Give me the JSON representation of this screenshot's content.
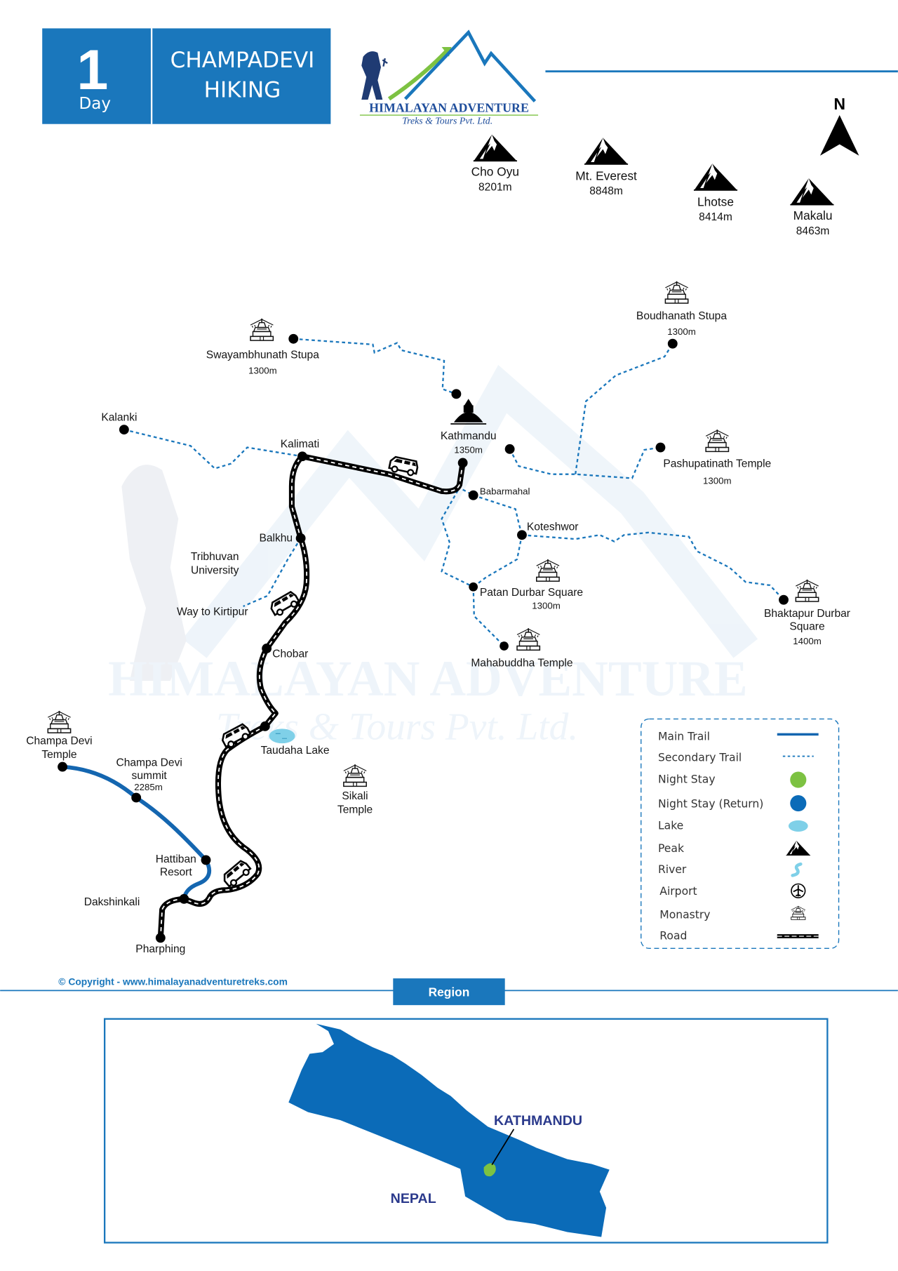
{
  "header": {
    "day_number": "1",
    "day_label": "Day",
    "title_line1": "CHAMPADEVI",
    "title_line2": "HIKING"
  },
  "logo": {
    "name": "HIMALAYAN ADVENTURE",
    "tagline": "Treks & Tours Pvt. Ltd."
  },
  "watermark": {
    "name": "HIMALAYAN ADVENTURE",
    "tagline": "Treks & Tours Pvt. Ltd."
  },
  "compass": {
    "label": "N"
  },
  "peaks": [
    {
      "name": "Cho Oyu",
      "elevation": "8201m"
    },
    {
      "name": "Mt. Everest",
      "elevation": "8848m"
    },
    {
      "name": "Lhotse",
      "elevation": "8414m"
    },
    {
      "name": "Makalu",
      "elevation": "8463m"
    }
  ],
  "places": {
    "swayambhunath": {
      "line1": "Swayambhunath Stupa",
      "elevation": "1300m"
    },
    "kathmandu": {
      "line1": "Kathmandu",
      "elevation": "1350m"
    },
    "boudhanath": {
      "line1": "Boudhanath Stupa",
      "elevation": "1300m"
    },
    "kalanki": {
      "line1": "Kalanki"
    },
    "kalimati": {
      "line1": "Kalimati"
    },
    "pashupatinath": {
      "line1": "Pashupatinath Temple",
      "elevation": "1300m"
    },
    "babarmahal": {
      "line1": "Babarmahal"
    },
    "koteshwor": {
      "line1": "Koteshwor"
    },
    "balkhu": {
      "line1": "Balkhu"
    },
    "tribhuvan": {
      "line1": "Tribhuvan",
      "line2": "University"
    },
    "kirtipur": {
      "line1": "Way to Kirtipur"
    },
    "patan": {
      "line1": "Patan Durbar Square",
      "elevation": "1300m"
    },
    "bhaktapur": {
      "line1": "Bhaktapur Durbar",
      "line2": "Square",
      "elevation": "1400m"
    },
    "chobar": {
      "line1": "Chobar"
    },
    "mahabuddha": {
      "line1": "Mahabuddha Temple"
    },
    "champa_temple": {
      "line1": "Champa Devi",
      "line2": "Temple"
    },
    "taudaha": {
      "line1": "Taudaha Lake"
    },
    "champa_summit": {
      "line1": "Champa Devi",
      "line2": "summit",
      "elevation": "2285m"
    },
    "sikali": {
      "line1": "Sikali",
      "line2": "Temple"
    },
    "hattiban": {
      "line1": "Hattiban",
      "line2": "Resort"
    },
    "dakshinkali": {
      "line1": "Dakshinkali"
    },
    "pharphing": {
      "line1": "Pharphing"
    }
  },
  "legend": {
    "items": [
      {
        "label": "Main Trail",
        "symbol": "solid-line"
      },
      {
        "label": "Secondary Trail",
        "symbol": "dotted-line"
      },
      {
        "label": "Night Stay",
        "symbol": "green-dot"
      },
      {
        "label": "Night Stay (Return)",
        "symbol": "blue-dot"
      },
      {
        "label": "Lake",
        "symbol": "lake-icon"
      },
      {
        "label": "Peak",
        "symbol": "peak-icon"
      },
      {
        "label": "River",
        "symbol": "river-icon"
      },
      {
        "label": "Airport",
        "symbol": "airport-icon"
      },
      {
        "label": "Monastry",
        "symbol": "monastery-icon"
      },
      {
        "label": "Road",
        "symbol": "road-line"
      }
    ]
  },
  "footer": {
    "copyright": "© Copyright - www.himalayanadventuretreks.com",
    "region_button": "Region"
  },
  "region_map": {
    "city": "KATHMANDU",
    "country": "NEPAL"
  },
  "colors": {
    "brand_blue": "#1a77bc",
    "trail_blue": "#1466b0",
    "green": "#7dc242",
    "lake": "#7fd0e8",
    "navy": "#2b3a8c"
  }
}
